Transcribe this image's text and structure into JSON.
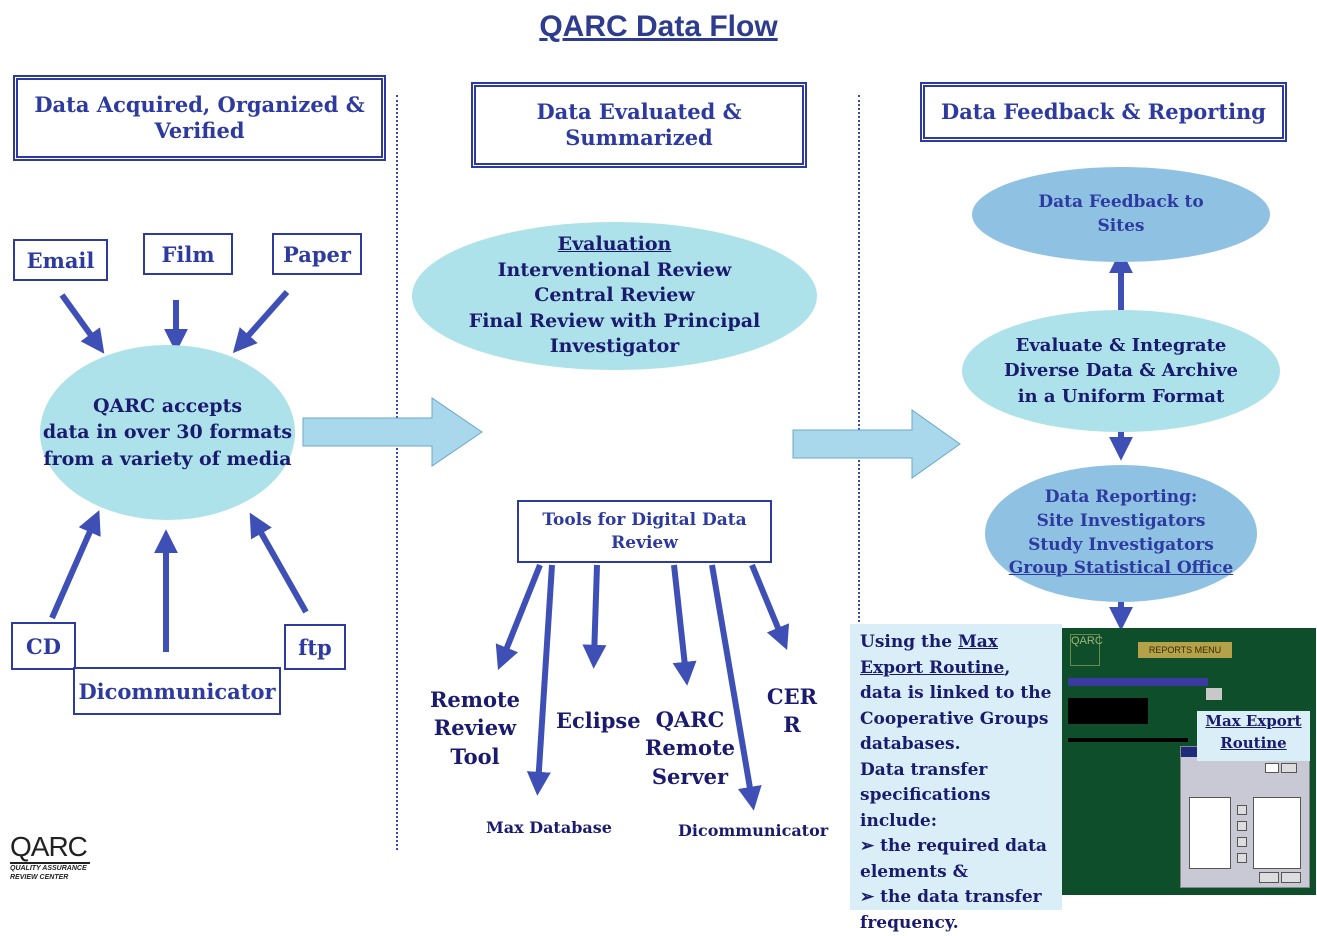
{
  "title": "QARC Data Flow",
  "columns": {
    "acquired": "Data Acquired, Organized & Verified",
    "evaluated": "Data Evaluated & Summarized",
    "feedback": "Data Feedback & Reporting"
  },
  "sources": {
    "email": "Email",
    "film": "Film",
    "paper": "Paper",
    "cd": "CD",
    "dicommunicator": "Dicommunicator",
    "ftp": "ftp"
  },
  "accepts": [
    "QARC accepts",
    "data in over 30 formats",
    "from a variety of media"
  ],
  "evaluation": {
    "heading": "Evaluation",
    "items": [
      "Interventional Review",
      "Central Review",
      "Final Review with Principal Investigator"
    ]
  },
  "tools_box": "Tools for Digital Data Review",
  "tools": {
    "remote_review": [
      "Remote",
      "Review",
      "Tool"
    ],
    "eclipse": "Eclipse",
    "qarc_remote": [
      "QARC",
      "Remote",
      "Server"
    ],
    "cerr": [
      "CER",
      "R"
    ],
    "max_database": "Max Database",
    "dicommunicator": "Dicommunicator"
  },
  "feedback_sites": [
    "Data Feedback to",
    "Sites"
  ],
  "integrate": [
    "Evaluate & Integrate",
    "Diverse Data & Archive",
    "in a Uniform Format"
  ],
  "reporting": [
    "Data Reporting:",
    "Site Investigators",
    "Study Investigators",
    "Group Statistical Office"
  ],
  "max_export": {
    "intro_pre": "Using the ",
    "intro_link": "Max Export Routine",
    "intro_post": ", data is linked to the Cooperative Groups databases.",
    "spec": "Data transfer specifications include:",
    "bullet1": "➢ the required data elements &",
    "bullet2": "➢ the data transfer frequency.",
    "callout": [
      "Max Export",
      "Routine"
    ]
  },
  "screenshot": {
    "logo_text": "QARC",
    "menu_label": "REPORTS MENU"
  },
  "logo": {
    "name": "QARC",
    "tagline": [
      "QUALITY ASSURANCE",
      "REVIEW CENTER"
    ]
  },
  "colors": {
    "ink": "#1a1a6e",
    "border": "#2d3aa0",
    "arrow": "#3e4fb6",
    "teal_oval": "#aee2ea",
    "blue_oval": "#8fc1e3",
    "big_arrow": "#a9d7ec"
  }
}
